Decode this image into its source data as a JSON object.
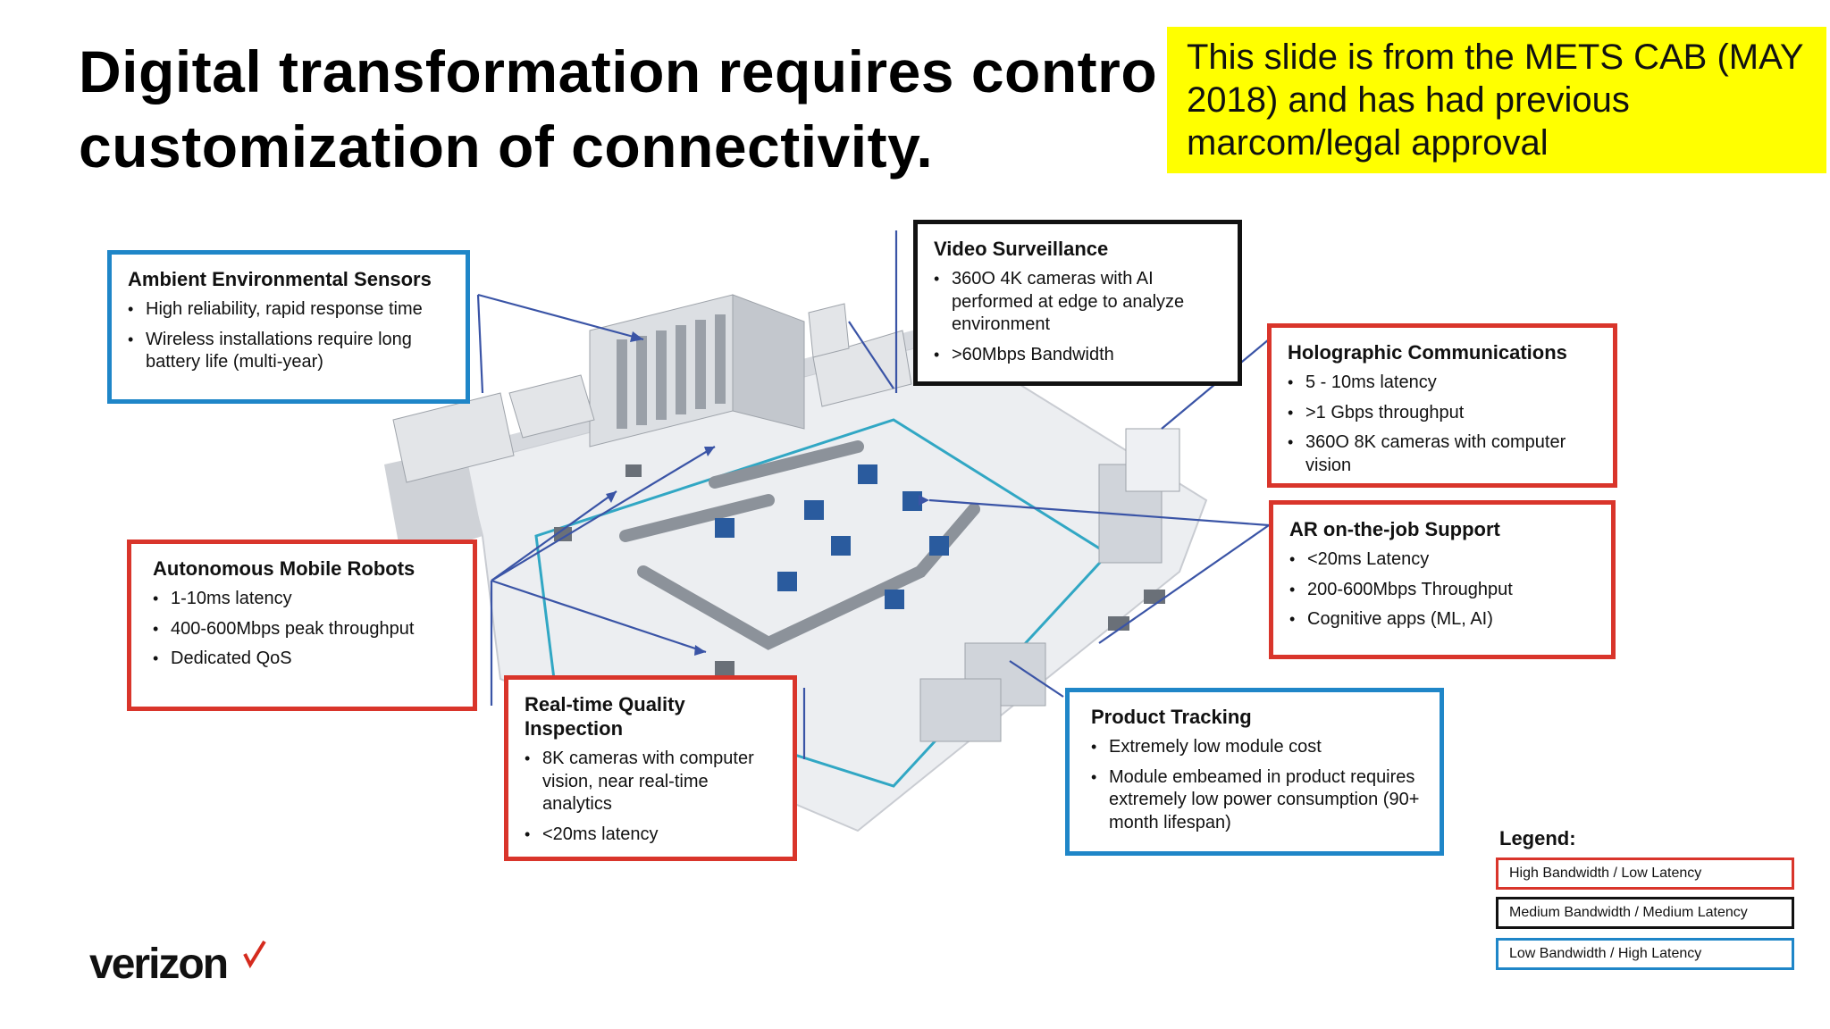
{
  "slide": {
    "title_line1": "Digital transformation requires contro",
    "title_line2": "customization of connectivity.",
    "note": "This slide is from the METS CAB (MAY 2018) and has had previous marcom/legal approval"
  },
  "callouts": {
    "ambient": {
      "title": "Ambient Environmental Sensors",
      "items": [
        "High reliability, rapid response time",
        "Wireless installations require long battery life (multi-year)"
      ]
    },
    "video": {
      "title": "Video Surveillance",
      "items": [
        "360O 4K cameras with AI performed at edge to analyze environment",
        ">60Mbps Bandwidth"
      ]
    },
    "holo": {
      "title": "Holographic Communications",
      "items": [
        "5 - 10ms latency",
        ">1 Gbps throughput",
        "360O 8K cameras with computer vision"
      ]
    },
    "ar": {
      "title": "AR on-the-job Support",
      "items": [
        "<20ms Latency",
        "200-600Mbps Throughput",
        "Cognitive apps (ML, AI)"
      ]
    },
    "amr": {
      "title": "Autonomous Mobile Robots",
      "items": [
        "1-10ms latency",
        "400-600Mbps peak throughput",
        "Dedicated QoS"
      ]
    },
    "rtqi": {
      "title": "Real-time Quality Inspection",
      "items": [
        "8K cameras with computer vision, near real-time analytics",
        "<20ms latency"
      ]
    },
    "tracking": {
      "title": "Product Tracking",
      "items": [
        "Extremely low module cost",
        "Module embeamed in product requires extremely low power consumption (90+ month lifespan)"
      ]
    }
  },
  "legend": {
    "title": "Legend:",
    "items": [
      "High Bandwidth / Low Latency",
      "Medium Bandwidth / Medium Latency",
      "Low Bandwidth / High Latency"
    ]
  },
  "brand": {
    "name": "verizon"
  },
  "colors": {
    "high": "#d9352b",
    "medium": "#111111",
    "low": "#1f86c8",
    "note_bg": "#ffff00"
  }
}
